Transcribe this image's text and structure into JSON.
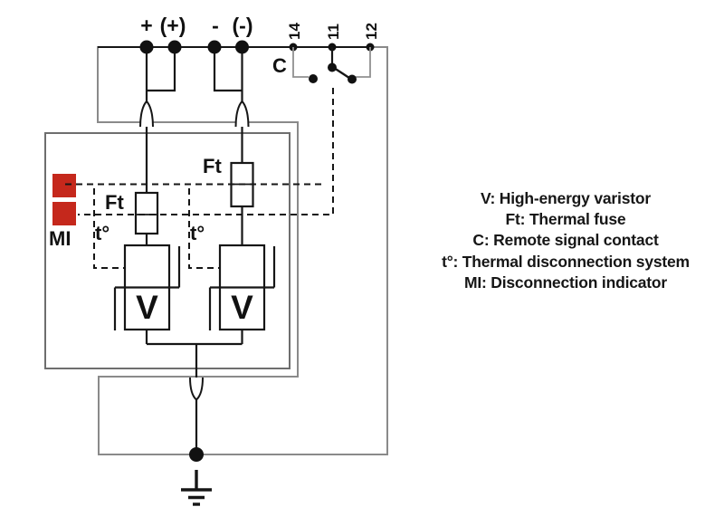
{
  "colors": {
    "indicator_red": "#c5281c",
    "circuit_line": "#161616",
    "enclosure_gray": "#8a8a8a",
    "device_box_gray": "#6e6e6e",
    "wire_gray": "#909090"
  },
  "terminals": {
    "plus": "+",
    "plus_aux": "(+)",
    "minus": "-",
    "minus_aux": "(-)",
    "n14": "14",
    "n11": "11",
    "n12": "12"
  },
  "labels": {
    "contact": "C",
    "fuse": "Ft",
    "thermal": "t°",
    "indicator": "MI",
    "varistor": "V"
  },
  "legend": {
    "lines": [
      "V: High-energy varistor",
      "Ft: Thermal fuse",
      "C: Remote signal contact",
      "t°: Thermal disconnection system",
      "MI: Disconnection indicator"
    ]
  }
}
